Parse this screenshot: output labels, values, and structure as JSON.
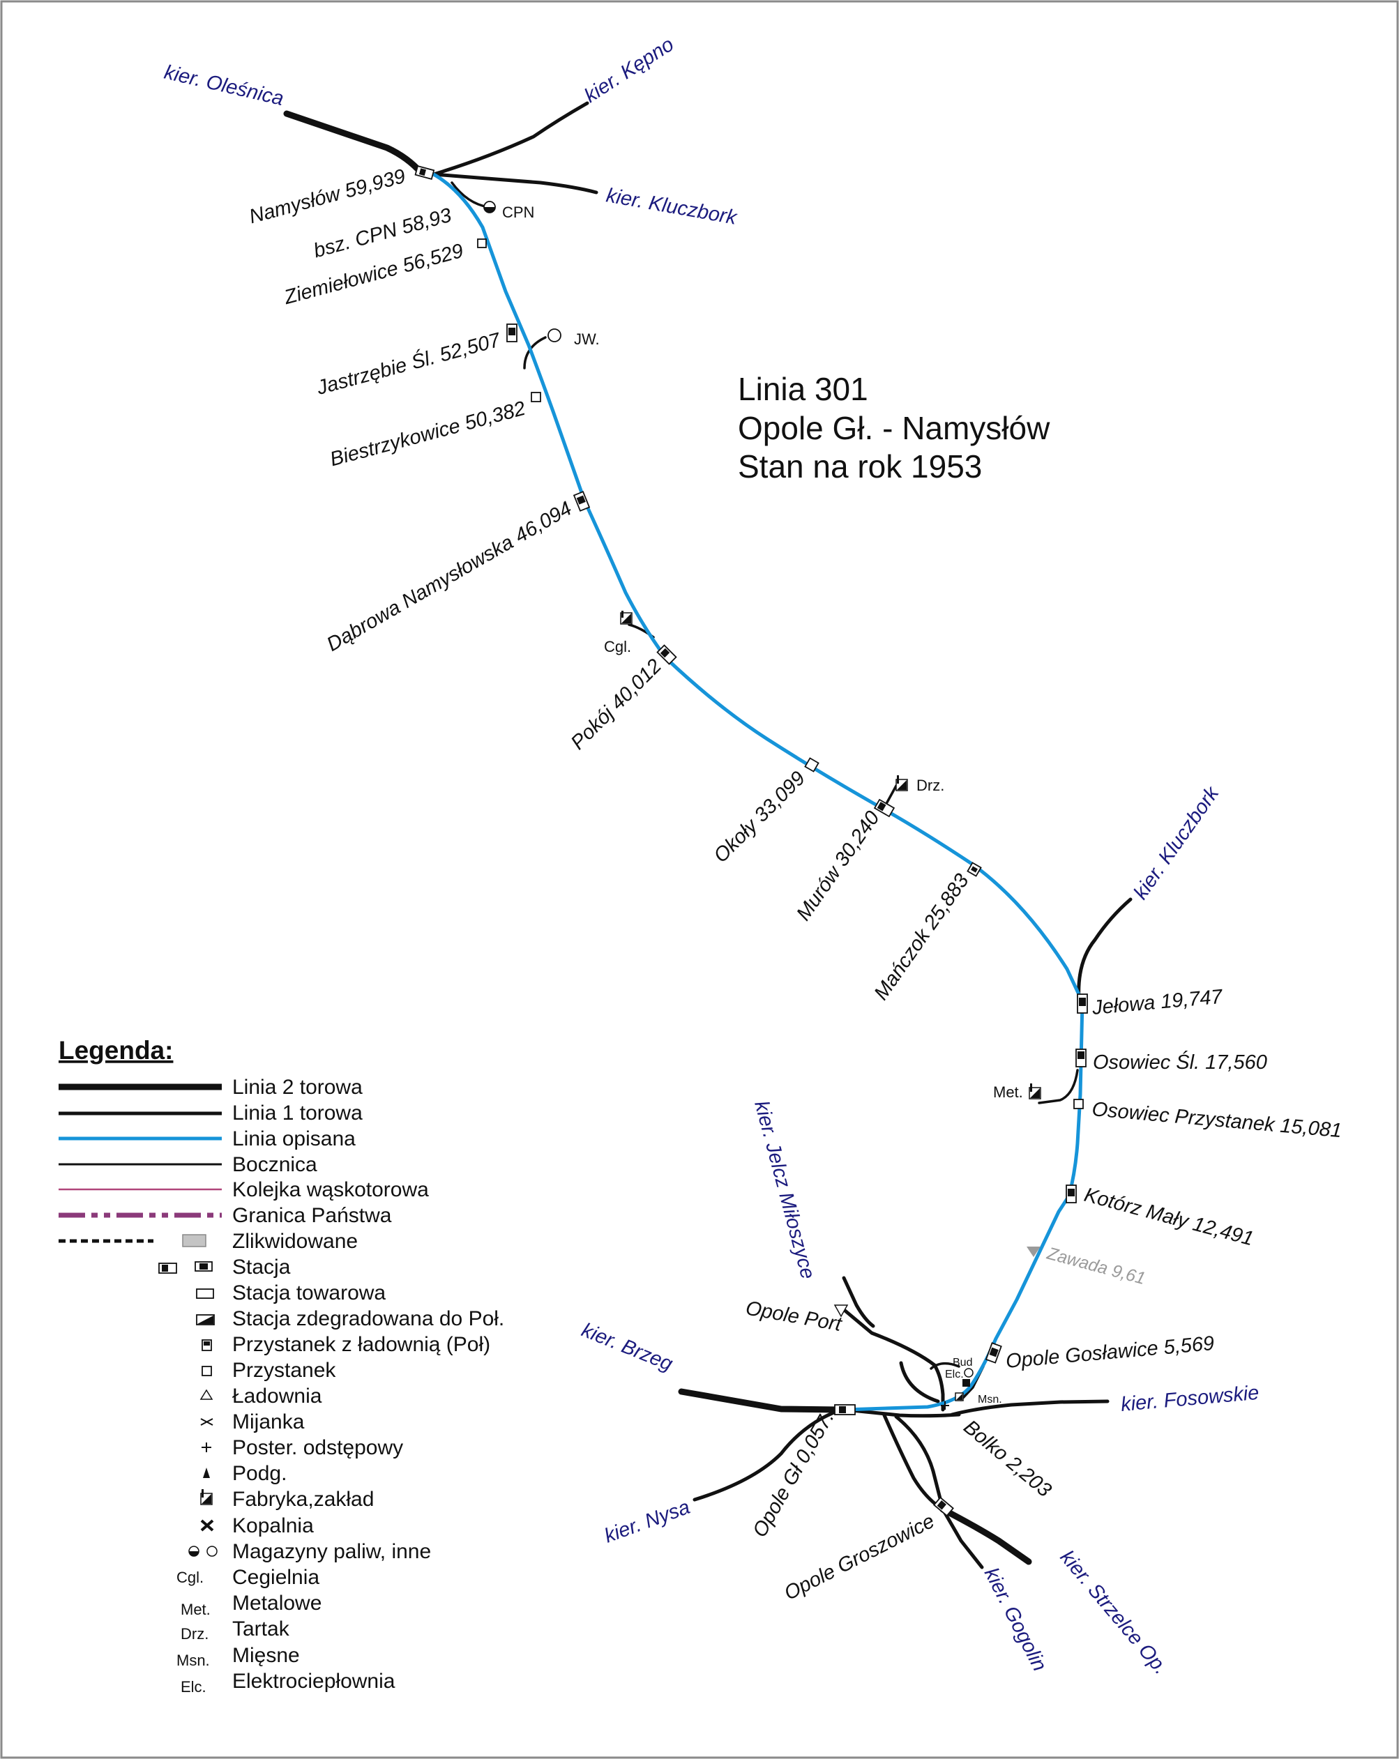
{
  "title": {
    "line1": "Linia 301",
    "line2": "Opole Gł. - Namysłów",
    "line3": "Stan na rok 1953"
  },
  "stations": {
    "namyslow": "Namysłów 59,939",
    "bsz_cpn": "bsz. CPN 58,93",
    "ziemielowice": "Ziemiełowice 56,529",
    "jastrzebie": "Jastrzębie Śl. 52,507",
    "biestrzykowice": "Biestrzykowice 50,382",
    "dabrowa": "Dąbrowa Namysłowska 46,094",
    "pokoj": "Pokój 40,012",
    "okoly": "Okoły 33,099",
    "murow": "Murów 30,240",
    "manczok": "Mańczok 25,883",
    "jelowa": "Jełowa 19,747",
    "osowiec_sl": "Osowiec Śl. 17,560",
    "osowiec_p": "Osowiec Przystanek 15,081",
    "kotorz": "Kotórz Mały 12,491",
    "zawada": "Zawada 9,61",
    "goslawice": "Opole Gosławice 5,569",
    "bolko": "Bolko 2,203",
    "opole_gl": "Opole Gł 0,057.",
    "groszowice": "Opole Groszowice",
    "opole_port": "Opole Port"
  },
  "directions": {
    "olesnica": "kier. Oleśnica",
    "kepno": "kier. Kępno",
    "kluczbork1": "kier. Kluczbork",
    "kluczbork2": "kier. Kluczbork",
    "jelcz": "kier. Jelcz Miłoszyce",
    "brzeg": "kier. Brzeg",
    "fosowskie": "kier. Fosowskie",
    "nysa": "kier. Nysa",
    "gogolin": "kier. Gogolin",
    "strzelce": "kier. Strzelce Op."
  },
  "annotations": {
    "cpn": "CPN",
    "jw": "JW.",
    "cgl": "Cgl.",
    "drz": "Drz.",
    "met": "Met.",
    "bud": "Bud",
    "elc": "Elc.",
    "msn": "Msn."
  },
  "legend": {
    "heading": "Legenda:",
    "items": [
      "Linia 2 torowa",
      "Linia 1 torowa",
      "Linia opisana",
      "Bocznica",
      "Kolejka wąskotorowa",
      "Granica Państwa",
      "Zlikwidowane",
      "Stacja",
      "Stacja towarowa",
      "Stacja zdegradowana do Poł.",
      "Przystanek z ładownią (Poł)",
      "Przystanek",
      "Ładownia",
      "Mijanka",
      "Poster. odstępowy",
      "Podg.",
      "Fabryka,zakład",
      "Kopalnia",
      "Magazyny paliw, inne",
      "Cegielnia",
      "Metalowe",
      "Tartak",
      "Mięsne",
      "Elektrociepłownia"
    ],
    "abbreviations": [
      "Cgl.",
      "Met.",
      "Drz.",
      "Msn.",
      "Elc."
    ]
  },
  "colors": {
    "described_line": "#1694d9",
    "track": "#111111",
    "narrow_gauge": "#b0457a",
    "border": "#8b3a7a",
    "direction_text": "#1b1b7e",
    "inactive": "#9a9a9a"
  }
}
